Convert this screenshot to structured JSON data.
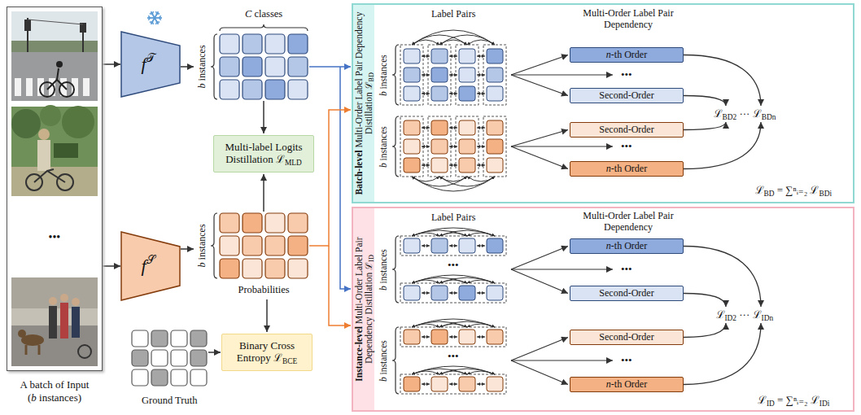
{
  "diagram": {
    "nodes": [
      {
        "text": [
          "A batch of Input (b instances)"
        ]
      },
      {
        "text": [
          "f𝒯"
        ]
      },
      {
        "text": [
          "f𝒮"
        ]
      },
      {
        "text": [
          "Multi-label Logits Distillation ℒMLD"
        ]
      },
      {
        "text": [
          "Binary Cross Entropy ℒBCE"
        ]
      },
      {
        "text": [
          "Batch-level Multi-Order Label Pair Dependency Distillation ℒBD"
        ]
      },
      {
        "text": [
          "n-th Order"
        ],
        "in": 5
      },
      {
        "text": [
          "Second-Order"
        ],
        "in": 5
      },
      {
        "text": [
          "Second-Order"
        ],
        "in": 5
      },
      {
        "text": [
          "n-th Order"
        ],
        "in": 5
      },
      {
        "text": [
          "Instance-level Multi-Order Label Pair Dependency Distillation ℒID"
        ]
      },
      {
        "text": [
          "n-th Order"
        ],
        "in": 10
      },
      {
        "text": [
          "Second-Order"
        ],
        "in": 10
      },
      {
        "text": [
          "Second-Order"
        ],
        "in": 10
      },
      {
        "text": [
          "n-th Order"
        ],
        "in": 10
      }
    ],
    "edges": [
      {
        "from": 0,
        "to": 1,
        "arrow": "to"
      },
      {
        "from": 0,
        "to": 2,
        "arrow": "to"
      }
    ],
    "labels": [
      "•••",
      "C classes",
      "b instances",
      "b instances",
      "Probabilities",
      "Ground Truth",
      "Label Pairs",
      "Multi-Order Label Pair Dependency",
      "b instances",
      "b instances",
      "•••",
      "•••",
      "ℒBD2 ··· ℒBDn",
      "ℒBD = ∑ⁿᵢ₌₂ ℒBDi",
      "Label Pairs",
      "Multi-Order Label Pair Dependency",
      "b instances",
      "•••",
      "•••",
      "b instances",
      "•••",
      "•••",
      "ℒID2 ··· ℒIDn",
      "ℒID = ∑ⁿᵢ₌₂ ℒIDi"
    ]
  }
}
